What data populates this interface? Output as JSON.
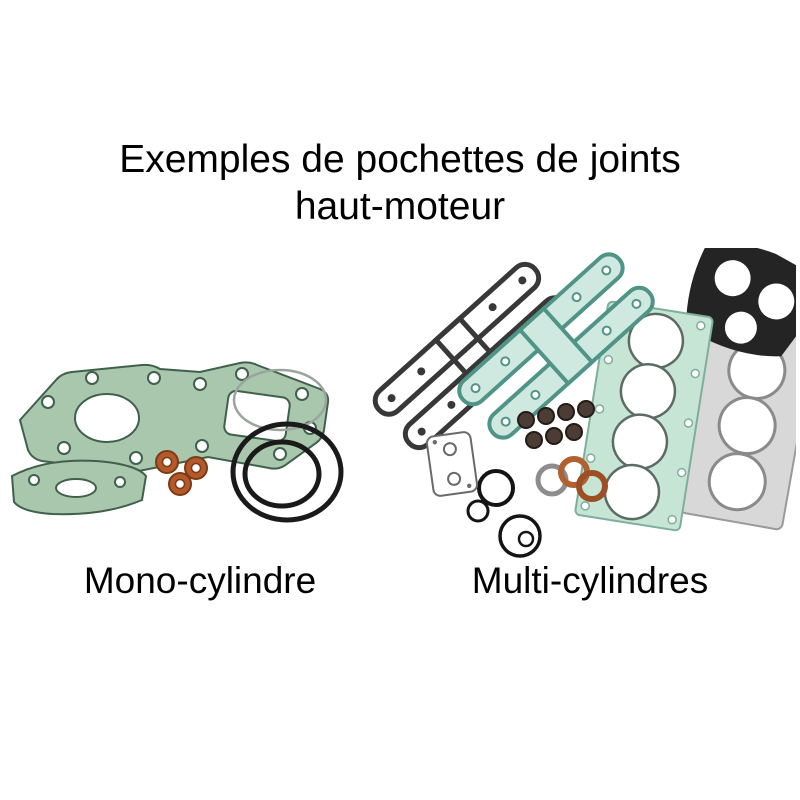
{
  "title": {
    "line1": "Exemples de pochettes de joints",
    "line2": "haut-moteur"
  },
  "captions": {
    "mono": "Mono-cylindre",
    "multi": "Multi-cylindres"
  },
  "colors": {
    "background": "#ffffff",
    "text": "#000000",
    "gasket_green": "#a9c7ad",
    "gasket_green_outline": "#41604c",
    "gasket_mint": "#c6e5d5",
    "gasket_teal_outline": "#4f9486",
    "copper": "#b3592a",
    "rubber_black": "#1a1a1a",
    "metal_gray": "#d8d8d8"
  }
}
